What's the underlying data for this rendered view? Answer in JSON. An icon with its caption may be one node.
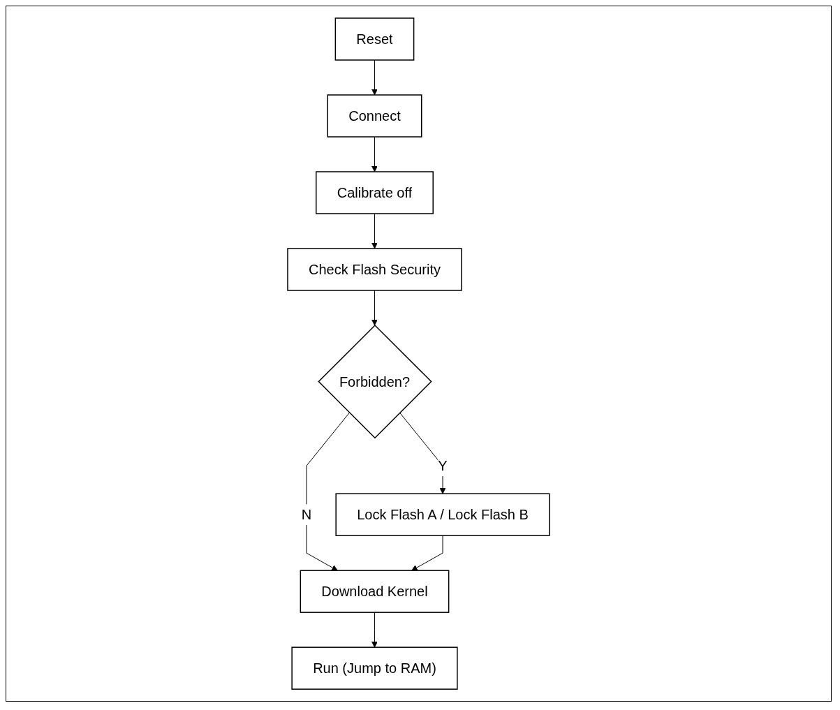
{
  "diagram": {
    "nodes": [
      {
        "text": [
          "Reset"
        ]
      },
      {
        "text": [
          "Connect"
        ]
      },
      {
        "text": [
          "Calibrate off"
        ]
      },
      {
        "text": [
          "Check Flash Security"
        ]
      },
      {
        "text": [
          "Forbidden?"
        ]
      },
      {
        "text": [
          "Lock Flash A / Lock Flash B"
        ]
      },
      {
        "text": [
          "Download Kernel"
        ]
      },
      {
        "text": [
          "Run (Jump to RAM)"
        ]
      }
    ],
    "edges": [
      {
        "from": 0,
        "to": 1,
        "arrow": "to"
      },
      {
        "from": 1,
        "to": 2,
        "arrow": "to"
      },
      {
        "from": 2,
        "to": 3,
        "arrow": "to"
      },
      {
        "from": 3,
        "to": 4,
        "arrow": "to"
      },
      {
        "from": 4,
        "to": 5,
        "arrow": "to",
        "label": "Y"
      },
      {
        "from": 4,
        "to": 6,
        "arrow": "to",
        "label": "N"
      },
      {
        "from": 5,
        "to": 6,
        "arrow": "to"
      },
      {
        "from": 6,
        "to": 7,
        "arrow": "to"
      }
    ]
  }
}
